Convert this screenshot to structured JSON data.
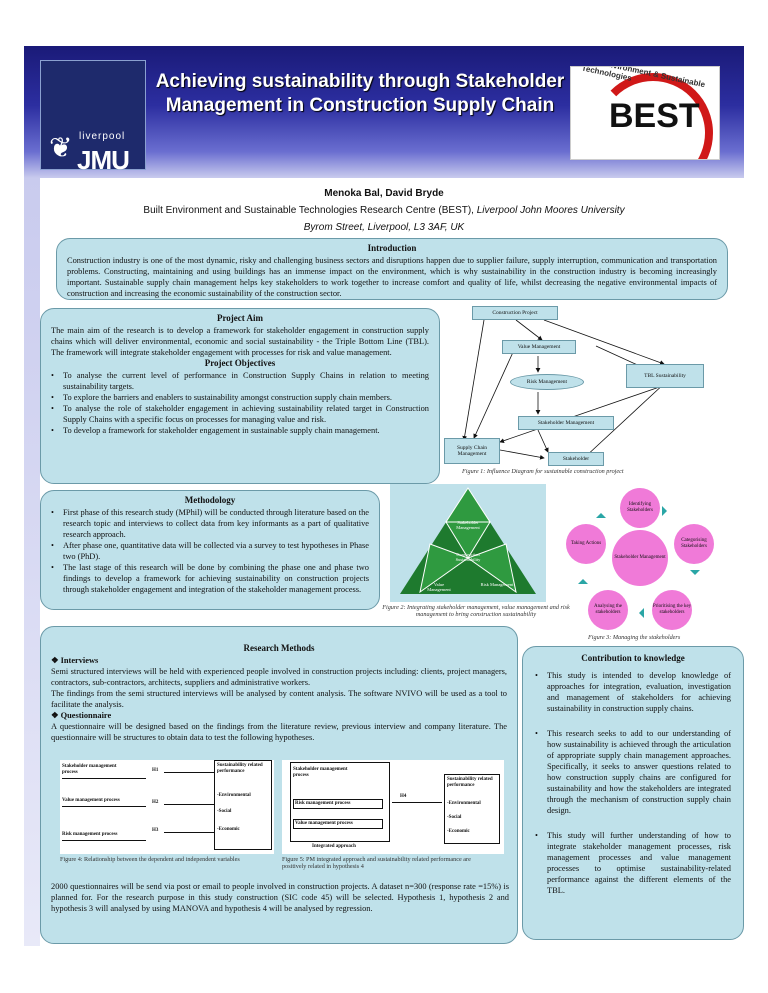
{
  "header": {
    "title": "Achieving sustainability through Stakeholder Management in Construction Supply Chain",
    "ljmu_small": "liverpool",
    "ljmu_big": "JMU",
    "best_arc": "Built Environment & Sustainable Technologies",
    "best_word": "BEST"
  },
  "authors": {
    "names": "Menoka Bal, David Bryde",
    "affiliation_line1": "Built Environment and Sustainable Technologies Research Centre (BEST),",
    "affiliation_uni": "Liverpool John Moores University",
    "address": "Byrom Street, Liverpool, L3 3AF, UK"
  },
  "intro": {
    "heading": "Introduction",
    "text": "Construction industry is one of the most dynamic, risky and challenging business sectors and disruptions happen due to supplier failure, supply interruption, communication and transportation problems. Constructing, maintaining and using buildings has an immense impact on the environment, which is why sustainability in the construction industry is becoming increasingly important. Sustainable supply chain management helps key stakeholders to work together to increase comfort and quality of life, whilst decreasing the negative environmental impacts of construction and increasing the economic sustainability of the construction sector."
  },
  "aim": {
    "heading": "Project Aim",
    "text": "The main aim of the research is to develop a framework for stakeholder engagement in construction supply chains which will deliver environmental, economic and social sustainability - the Triple Bottom Line (TBL). The framework will integrate stakeholder engagement with processes for risk and value management.",
    "objectives_heading": "Project Objectives",
    "objectives": [
      "To analyse the current level of performance in Construction Supply Chains in relation to meeting sustainability targets.",
      "To explore the barriers and enablers to sustainability amongst construction supply chain members.",
      "To analyse the role of stakeholder engagement in achieving sustainability related target in Construction Supply Chains with a specific focus on processes for managing value and risk.",
      "To develop a framework for stakeholder engagement in sustainable supply chain management."
    ]
  },
  "method": {
    "heading": "Methodology",
    "items": [
      "First phase of this research study (MPhil) will be conducted through literature based on the research topic and interviews to collect data from key informants as a part of qualitative research approach.",
      "After phase one, quantitative data will be collected via a survey to test hypotheses in Phase two (PhD).",
      "The last stage of this research will be done by combining the phase one and phase two findings to develop a framework for achieving sustainability on construction projects through stakeholder engagement and integration of the stakeholder management process."
    ]
  },
  "fig1": {
    "nodes": {
      "project": "Construction Project",
      "value": "Value Management",
      "tbl": "TBL Sustainability",
      "risk": "Risk Management",
      "stakeholder_mgmt": "Stakeholder Management",
      "supply": "Supply Chain Management",
      "stakeholder": "Stakeholder"
    },
    "caption": "Figure 1: Influence Diagram for sustainable construction project"
  },
  "fig2": {
    "top": "Stakeholder Management",
    "middle": "Construction Sustainability",
    "left": "Value Management",
    "right": "Risk Management",
    "caption": "Figure 2: Integrating stakeholder management, value management and risk management to bring construction sustainability"
  },
  "fig3": {
    "center": "Stakeholder Management",
    "steps": [
      "Identifying Stakeholders",
      "Categorising Stakeholders",
      "Prioritising the key stakeholders",
      "Analysing the stakeholders",
      "Taking Actions"
    ],
    "caption": "Figure 3: Managing the stakeholders"
  },
  "research": {
    "heading": "Research Methods",
    "interviews_heading": "Interviews",
    "interviews_text1": "Semi structured interviews will be held with experienced people involved in construction projects including: clients, project managers, contractors, sub-contractors, architects, suppliers and administrative workers.",
    "interviews_text2": "The findings from the semi structured interviews will be analysed by content analysis. The software NVIVO will be used as a tool to facilitate the analysis.",
    "questionnaire_heading": "Questionnaire",
    "questionnaire_text": "A questionnaire will be designed based on the findings from the literature review, previous interview and company literature. The questionnaire will be structures to obtain data to test the following hypotheses.",
    "closing_text": "2000 questionnaires will be send via post or email to people involved in construction projects. A dataset n=300 (response rate =15%) is planned for. For the research purpose in this study construction (SIC code 45) will be selected. Hypothesis 1, hypothesis 2 and hypothesis 3 will analysed by using MANOVA and hypothesis 4 will be analysed by regression."
  },
  "fig4": {
    "left_items": [
      "Stakeholder management process",
      "Value management process",
      "Risk management process"
    ],
    "right_title": "Sustainability related performance",
    "right_items": [
      "-Environmental",
      "-Social",
      "-Economic"
    ],
    "hyps": [
      "H1",
      "H2",
      "H3"
    ],
    "caption": "Figure 4: Relationship between the dependent and independent variables"
  },
  "fig5": {
    "top": "Stakeholder management process",
    "mid1": "Risk management process",
    "mid2": "Value management process",
    "bottom": "Integrated approach",
    "hyp": "H4",
    "right_title": "Sustainability related performance",
    "right_items": [
      "-Environmental",
      "-Social",
      "-Economic"
    ],
    "caption": "Figure 5: PM integrated approach and sustainability related performance are positively related in hypothesis 4"
  },
  "contrib": {
    "heading": "Contribution to knowledge",
    "items": [
      "This study is intended to develop knowledge of approaches for integration, evaluation, investigation and management of stakeholders for achieving sustainability in construction supply chains.",
      "This research seeks to add to our understanding of how sustainability is achieved through the articulation of appropriate supply chain management approaches. Specifically, it seeks to answer questions related to how construction supply chains are configured for sustainability and how the stakeholders are integrated through the mechanism of construction supply chain design.",
      "This study will further understanding of how to integrate stakeholder management processes, risk management processes and value management processes to optimise sustainability-related performance against the different elements of the TBL."
    ]
  }
}
